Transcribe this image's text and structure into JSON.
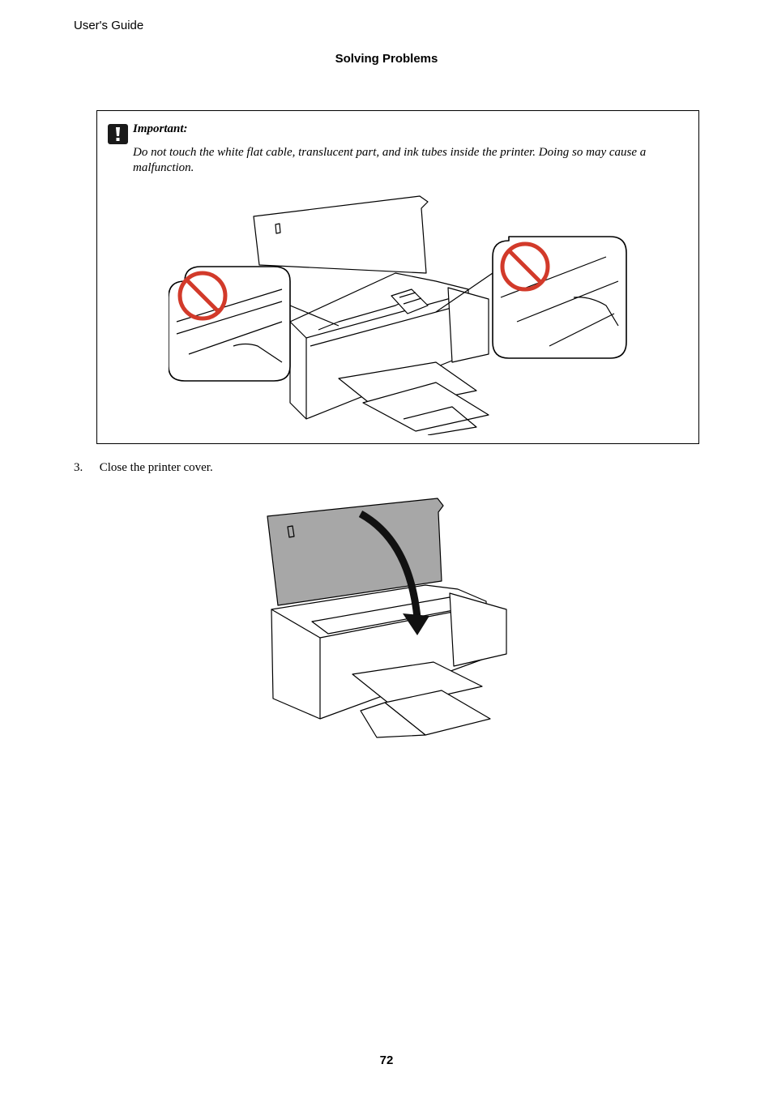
{
  "header": {
    "guide_title": "User's Guide",
    "section_title": "Solving Problems"
  },
  "important": {
    "title": "Important:",
    "body": "Do not touch the white flat cable, translucent part, and ink tubes inside the printer. Doing so may cause a malfunction.",
    "icon": "exclamation-icon",
    "colors": {
      "prohibit": "#d23a2a",
      "icon_bg": "#1a1a1a"
    }
  },
  "steps": [
    {
      "number": "3.",
      "text": "Close the printer cover."
    }
  ],
  "colors": {
    "cover_fill": "#a7a7a7",
    "arrow": "#111111"
  },
  "footer": {
    "page_number": "72"
  }
}
